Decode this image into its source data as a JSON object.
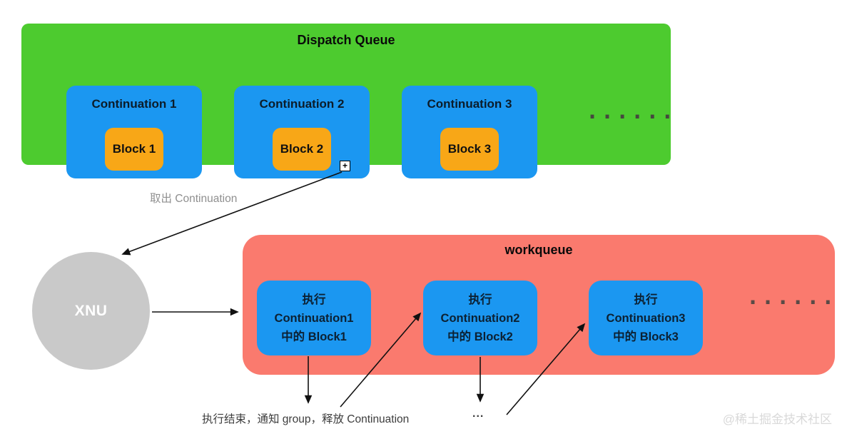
{
  "colors": {
    "dispatch_queue_green": "#4dcb2f",
    "continuation_blue": "#1b97f1",
    "block_orange": "#f8a717",
    "workqueue_red": "#fa7a6e",
    "xnu_gray": "#c9c9c9",
    "arrow_black": "#111111",
    "dequeue_label_gray": "#8f8f8f",
    "watermark_gray": "#d9d9d9"
  },
  "dispatch_queue": {
    "title": "Dispatch Queue",
    "continuations": [
      {
        "label": "Continuation 1",
        "block_label": "Block 1"
      },
      {
        "label": "Continuation 2",
        "block_label": "Block 2"
      },
      {
        "label": "Continuation 3",
        "block_label": "Block 3"
      }
    ],
    "ellipsis": "......"
  },
  "xnu_node": {
    "label": "XNU"
  },
  "edge_labels": {
    "dequeue": "取出 Continuation",
    "finish": "执行结束，通知 group，释放 Continuation",
    "more": "..."
  },
  "workqueue": {
    "title": "workqueue",
    "tasks": [
      {
        "line1": "执行",
        "line2": "Continuation1",
        "line3": "中的 Block1"
      },
      {
        "line1": "执行",
        "line2": "Continuation2",
        "line3": "中的 Block2"
      },
      {
        "line1": "执行",
        "line2": "Continuation3",
        "line3": "中的 Block3"
      }
    ],
    "ellipsis": "......"
  },
  "handle_icon_glyph": "+",
  "watermark": "@稀土掘金技术社区"
}
